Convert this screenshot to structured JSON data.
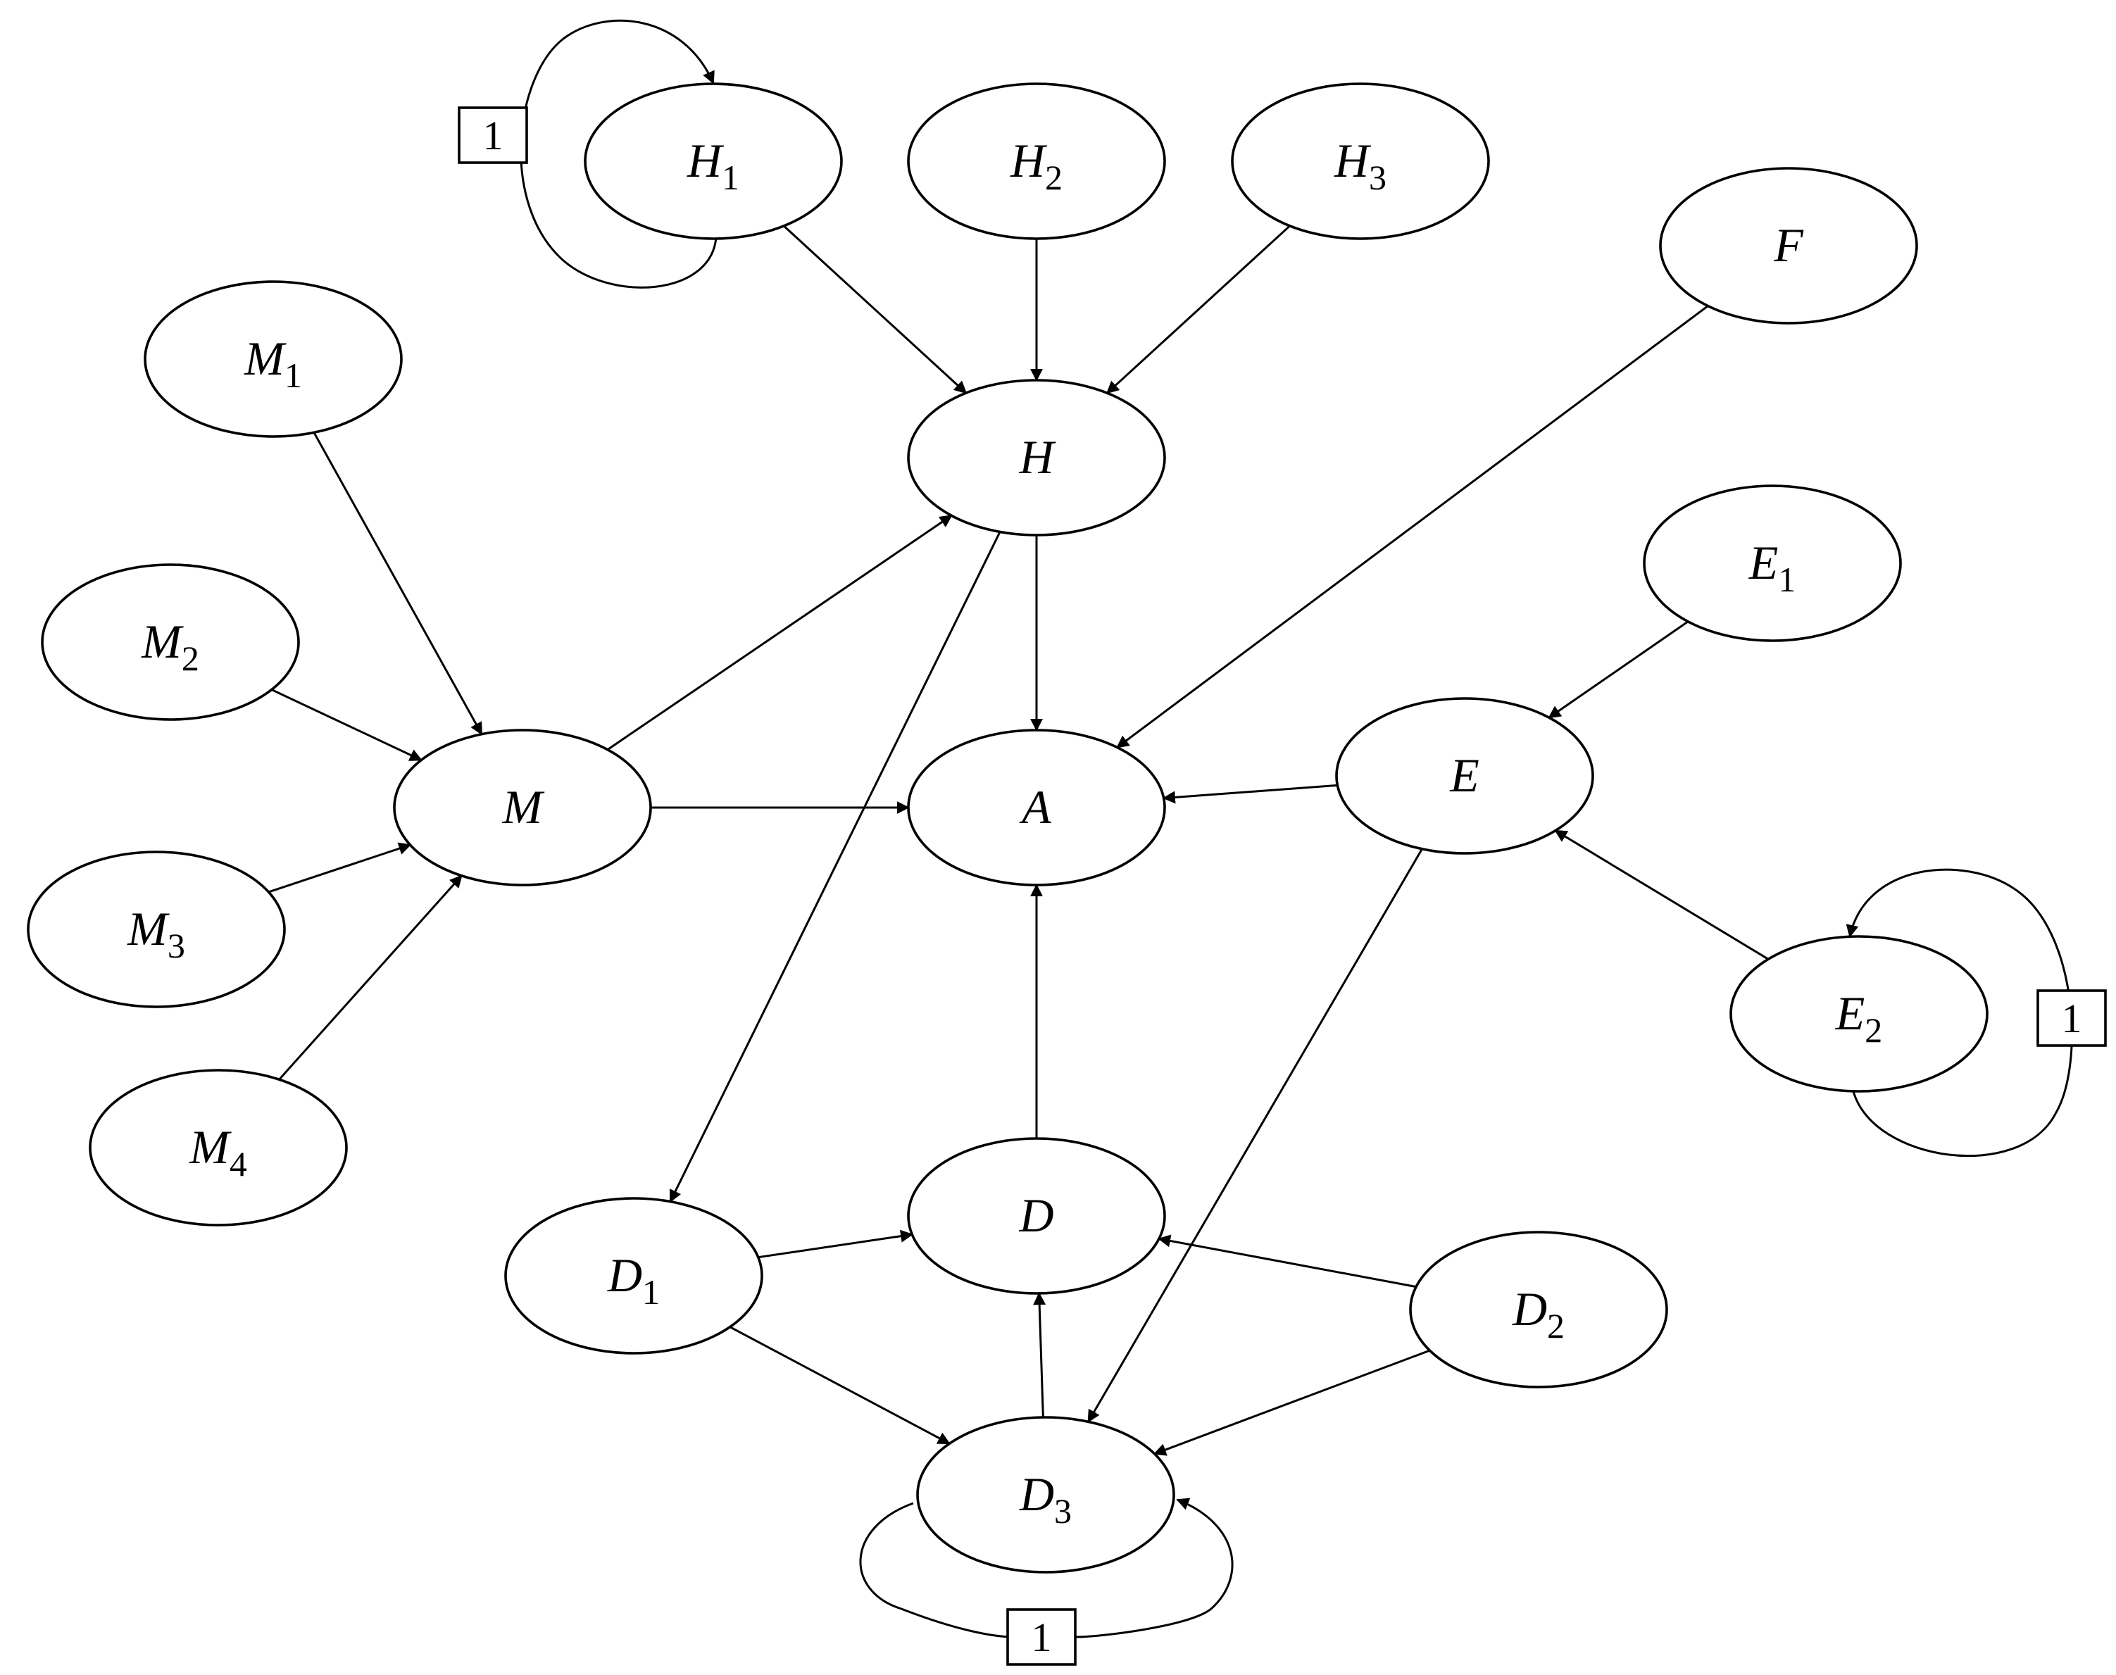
{
  "nodes": [
    {
      "id": "H1",
      "base": "H",
      "sub": "1"
    },
    {
      "id": "H2",
      "base": "H",
      "sub": "2"
    },
    {
      "id": "H3",
      "base": "H",
      "sub": "3"
    },
    {
      "id": "F",
      "base": "F",
      "sub": ""
    },
    {
      "id": "M1",
      "base": "M",
      "sub": "1"
    },
    {
      "id": "H",
      "base": "H",
      "sub": ""
    },
    {
      "id": "E1",
      "base": "E",
      "sub": "1"
    },
    {
      "id": "M2",
      "base": "M",
      "sub": "2"
    },
    {
      "id": "M",
      "base": "M",
      "sub": ""
    },
    {
      "id": "A",
      "base": "A",
      "sub": ""
    },
    {
      "id": "E",
      "base": "E",
      "sub": ""
    },
    {
      "id": "M3",
      "base": "M",
      "sub": "3"
    },
    {
      "id": "E2",
      "base": "E",
      "sub": "2"
    },
    {
      "id": "M4",
      "base": "M",
      "sub": "4"
    },
    {
      "id": "D",
      "base": "D",
      "sub": ""
    },
    {
      "id": "D1",
      "base": "D",
      "sub": "1"
    },
    {
      "id": "D2",
      "base": "D",
      "sub": "2"
    },
    {
      "id": "D3",
      "base": "D",
      "sub": "3"
    }
  ],
  "edges": [
    {
      "from": "H1",
      "to": "H"
    },
    {
      "from": "H2",
      "to": "H"
    },
    {
      "from": "H3",
      "to": "H"
    },
    {
      "from": "M1",
      "to": "M"
    },
    {
      "from": "M2",
      "to": "M"
    },
    {
      "from": "M3",
      "to": "M"
    },
    {
      "from": "M4",
      "to": "M"
    },
    {
      "from": "M",
      "to": "H"
    },
    {
      "from": "M",
      "to": "A"
    },
    {
      "from": "H",
      "to": "A"
    },
    {
      "from": "F",
      "to": "A"
    },
    {
      "from": "E",
      "to": "A"
    },
    {
      "from": "E1",
      "to": "E"
    },
    {
      "from": "E2",
      "to": "E"
    },
    {
      "from": "H",
      "to": "D1"
    },
    {
      "from": "D",
      "to": "A"
    },
    {
      "from": "D1",
      "to": "D"
    },
    {
      "from": "D2",
      "to": "D"
    },
    {
      "from": "D3",
      "to": "D"
    },
    {
      "from": "D1",
      "to": "D3"
    },
    {
      "from": "D2",
      "to": "D3"
    },
    {
      "from": "E",
      "to": "D3"
    }
  ],
  "self_loops": [
    {
      "node": "H1",
      "weight": "1"
    },
    {
      "node": "E2",
      "weight": "1"
    },
    {
      "node": "D3",
      "weight": "1"
    }
  ]
}
